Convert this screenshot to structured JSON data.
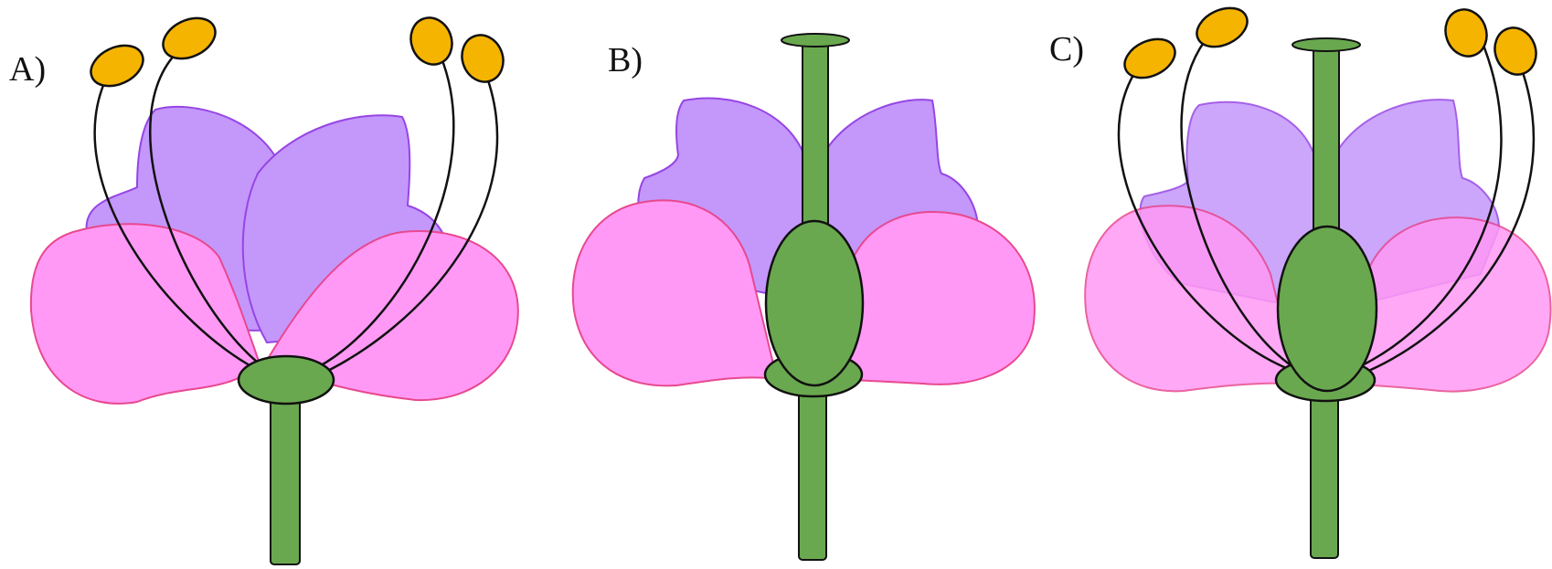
{
  "panels": [
    {
      "id": "A",
      "label": "A)",
      "parts": [
        "petals",
        "stamens",
        "receptacle",
        "stem"
      ]
    },
    {
      "id": "B",
      "label": "B)",
      "parts": [
        "petals",
        "pistil",
        "receptacle",
        "stem"
      ]
    },
    {
      "id": "C",
      "label": "C)",
      "parts": [
        "petals",
        "stamens",
        "pistil",
        "receptacle",
        "stem"
      ]
    }
  ],
  "colors": {
    "pink_petal_fill": "#ff99f5",
    "pink_petal_stroke": "#e8488f",
    "purple_petal_fill": "#c497fb",
    "purple_petal_stroke": "#9645e4",
    "green": "#6aa84f",
    "anther": "#f5b400",
    "outline": "#111111"
  }
}
